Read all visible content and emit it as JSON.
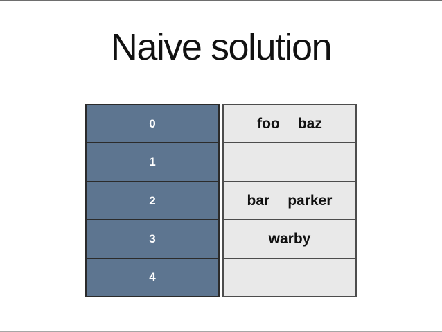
{
  "slide": {
    "title": "Naive solution"
  },
  "table": {
    "rows": [
      {
        "index": "0",
        "values": [
          "foo",
          "baz"
        ]
      },
      {
        "index": "1",
        "values": []
      },
      {
        "index": "2",
        "values": [
          "bar",
          "parker"
        ]
      },
      {
        "index": "3",
        "values": [
          "warby"
        ]
      },
      {
        "index": "4",
        "values": []
      }
    ]
  },
  "colors": {
    "index_cell_bg": "#5d7590",
    "index_cell_border": "#2b2b2b",
    "index_text": "#ffffff",
    "value_cell_bg": "#e9e9e9",
    "value_cell_border": "#4d4d4d",
    "value_text": "#111111",
    "title_color": "#111111",
    "slide_top_border": "#6e6e6e",
    "slide_bottom_border": "#a6a6a6"
  }
}
